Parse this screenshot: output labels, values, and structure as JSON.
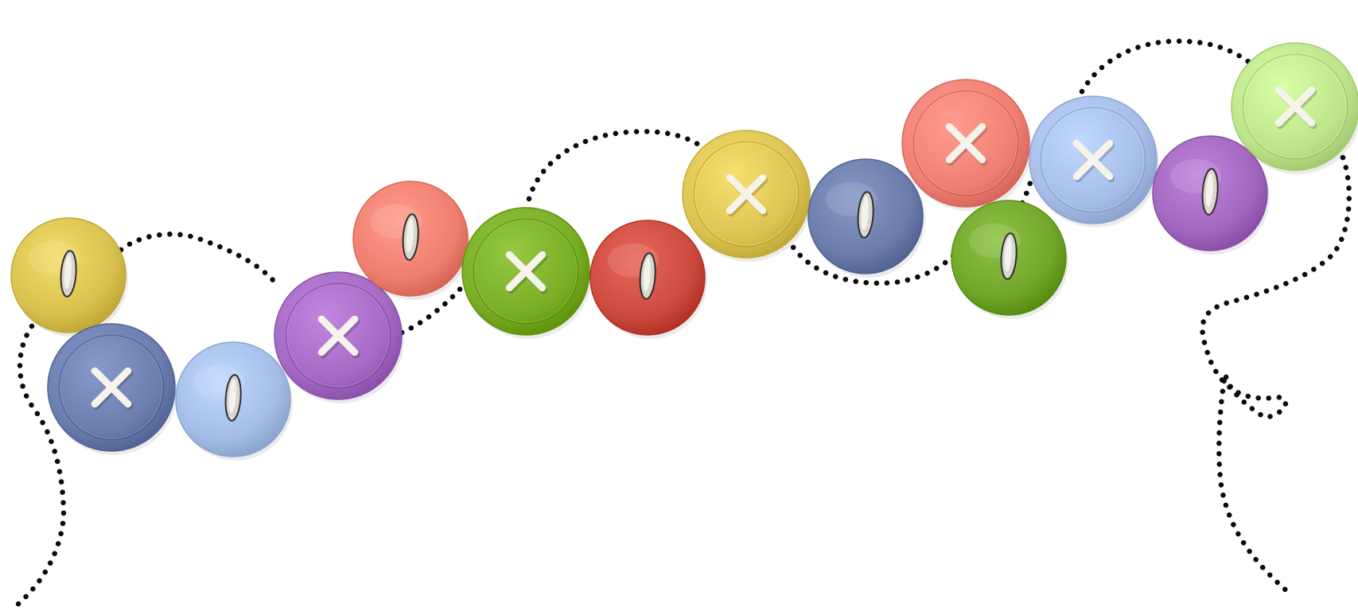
{
  "scene": {
    "background": "#ffffff",
    "thread_color": "#0a0a0a",
    "buttons": [
      {
        "name": "button-yellow-slot",
        "color": "#d8c14e",
        "style": "slot"
      },
      {
        "name": "button-navy-cross",
        "color": "#6b7eaf",
        "style": "cross"
      },
      {
        "name": "button-lightblue-slot",
        "color": "#a4bde7",
        "style": "slot"
      },
      {
        "name": "button-purple-cross",
        "color": "#a56ac3",
        "style": "cross"
      },
      {
        "name": "button-salmon-slot",
        "color": "#ef7f70",
        "style": "slot"
      },
      {
        "name": "button-green-cross",
        "color": "#7aad26",
        "style": "cross"
      },
      {
        "name": "button-red-slot",
        "color": "#cc4a3e",
        "style": "slot"
      },
      {
        "name": "button-yellow-cross",
        "color": "#dcc452",
        "style": "cross"
      },
      {
        "name": "button-navy-slot",
        "color": "#6b7cab",
        "style": "slot"
      },
      {
        "name": "button-salmon-cross",
        "color": "#ef8073",
        "style": "cross"
      },
      {
        "name": "button-green-slot",
        "color": "#72a62a",
        "style": "slot"
      },
      {
        "name": "button-lightblue-cross",
        "color": "#a5bde8",
        "style": "cross"
      },
      {
        "name": "button-purple-slot",
        "color": "#a267bf",
        "style": "slot"
      },
      {
        "name": "button-lime-cross",
        "color": "#bde48a",
        "style": "cross"
      }
    ]
  }
}
